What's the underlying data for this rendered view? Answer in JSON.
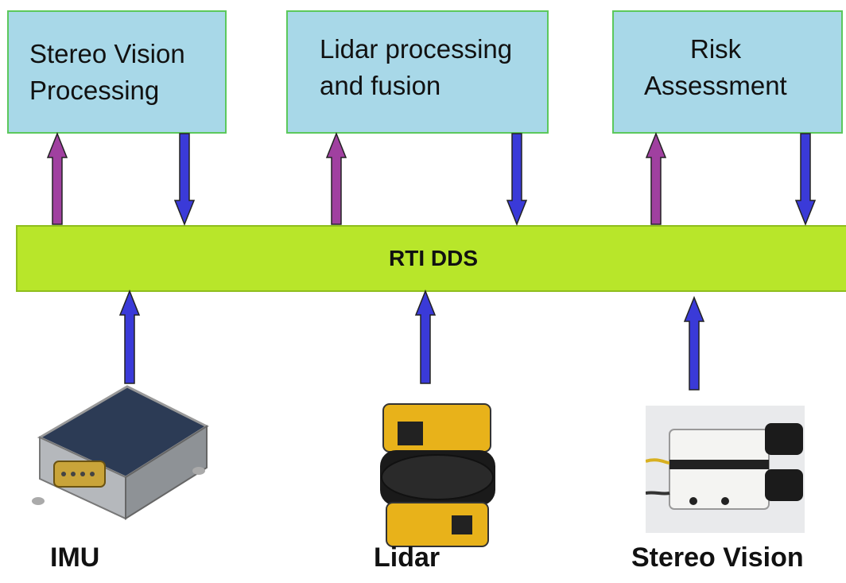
{
  "boxes": [
    {
      "line1": "Stereo Vision",
      "line2": "Processing"
    },
    {
      "line1": "Lidar processing",
      "line2": "and fusion"
    },
    {
      "line1": "Risk",
      "line2": "Assessment"
    }
  ],
  "bus": {
    "label": "RTI DDS"
  },
  "devices": [
    {
      "label": "IMU"
    },
    {
      "label": "Lidar"
    },
    {
      "label": "Stereo Vision"
    }
  ],
  "colors": {
    "box_fill": "#a8d8e8",
    "box_border": "#5cc85c",
    "bus_fill": "#b8e62a",
    "up_arrow": "#a040a0",
    "down_arrow": "#3a3ad8"
  }
}
